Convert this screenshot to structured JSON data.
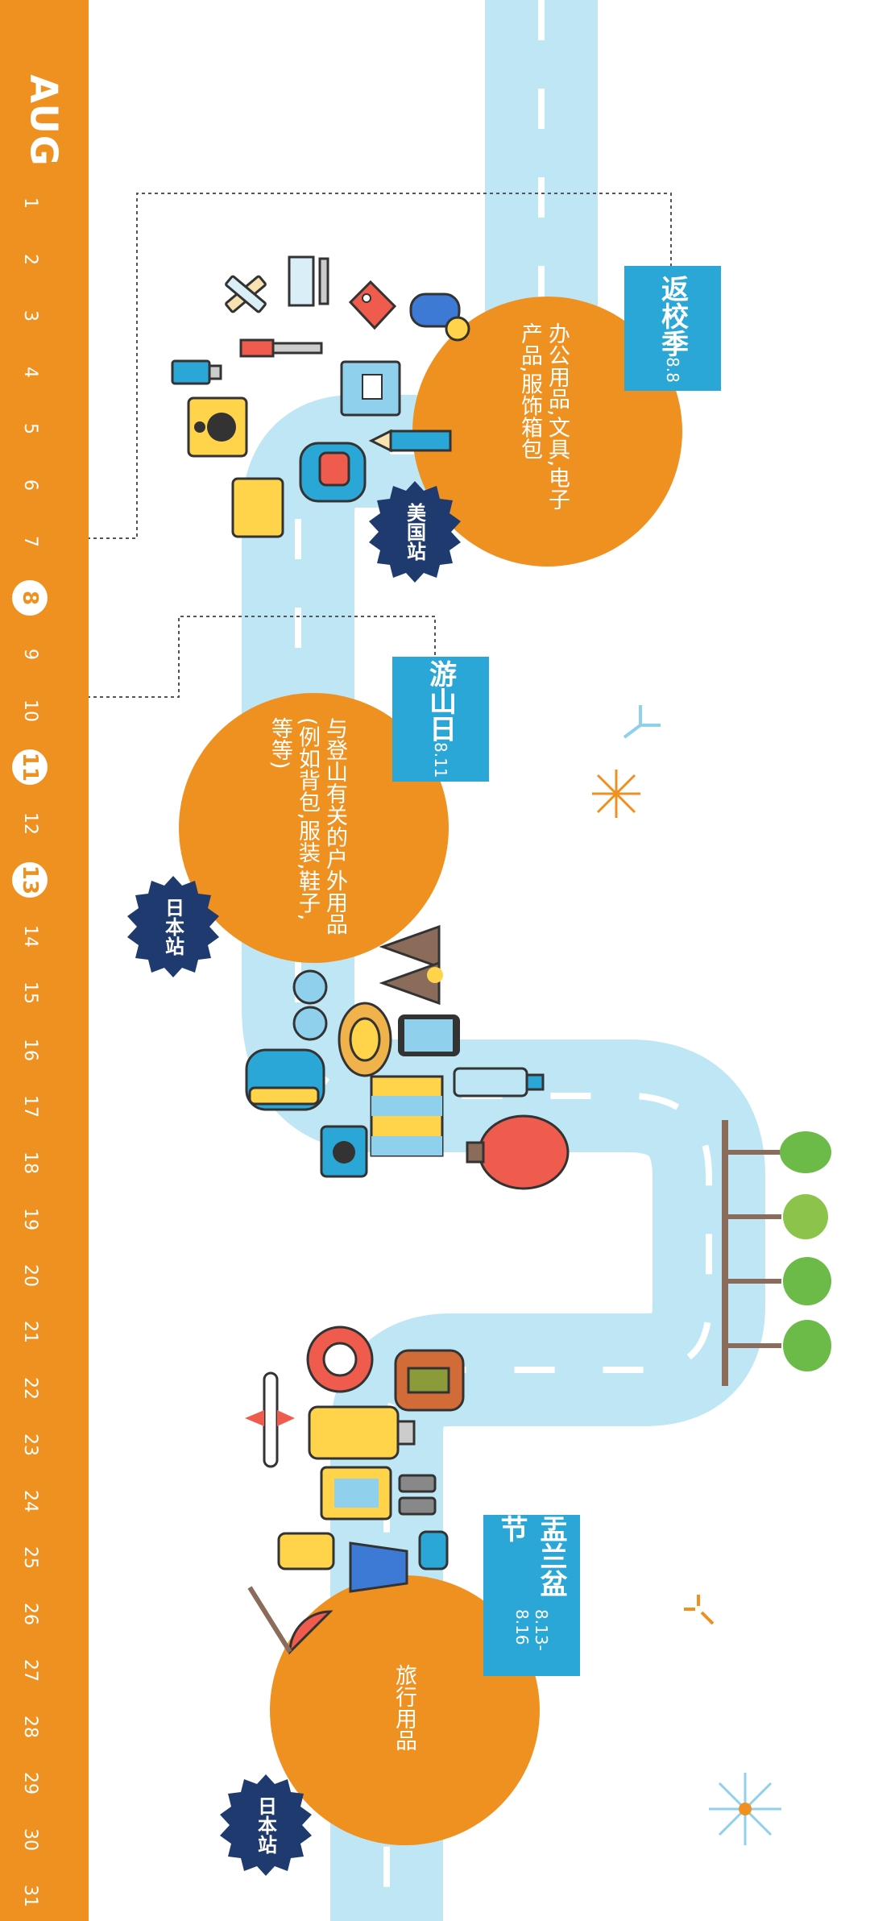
{
  "month": "AUG",
  "days": [
    "1",
    "2",
    "3",
    "4",
    "5",
    "6",
    "7",
    "8",
    "9",
    "10",
    "11",
    "12",
    "13",
    "14",
    "15",
    "16",
    "17",
    "18",
    "19",
    "20",
    "21",
    "22",
    "23",
    "24",
    "25",
    "26",
    "27",
    "28",
    "29",
    "30",
    "31"
  ],
  "highlighted_days": [
    "8",
    "11",
    "13"
  ],
  "events": [
    {
      "title": "返校季",
      "date": "8.8",
      "description": "办公用品,文具,电子产品,服饰箱包",
      "station": "美国站"
    },
    {
      "title": "游山日",
      "date": "8.11",
      "description": "与登山有关的户外用品(例如背包,服装,鞋子,等等)",
      "station": "日本站"
    },
    {
      "title": "盂兰盆节",
      "date": "8.13-8.16",
      "description": "旅行用品",
      "station": "日本站"
    }
  ],
  "colors": {
    "orange": "#ef9121",
    "road": "#bfe6f4",
    "tag": "#2aa7d6",
    "station": "#1e3a6e"
  },
  "icons": [
    "ruler-icon",
    "pen-icon",
    "gamepad-icon",
    "price-tag-icon",
    "usb-cable-icon",
    "flash-drive-icon",
    "speaker-icon",
    "notebook-icon",
    "pencil-icon",
    "backpack-icon",
    "tablet-icon",
    "mountain-icon",
    "sun-icon",
    "sunglasses-icon",
    "hat-icon",
    "phone-icon",
    "water-bottle-icon",
    "map-icon",
    "camera-icon",
    "hot-air-balloon-icon",
    "tree-icon",
    "lifebuoy-icon",
    "airplane-icon",
    "suitcase-icon",
    "binoculars-icon",
    "bag-icon",
    "snorkel-icon",
    "swim-fins-icon",
    "beach-umbrella-icon",
    "firework-icon"
  ]
}
